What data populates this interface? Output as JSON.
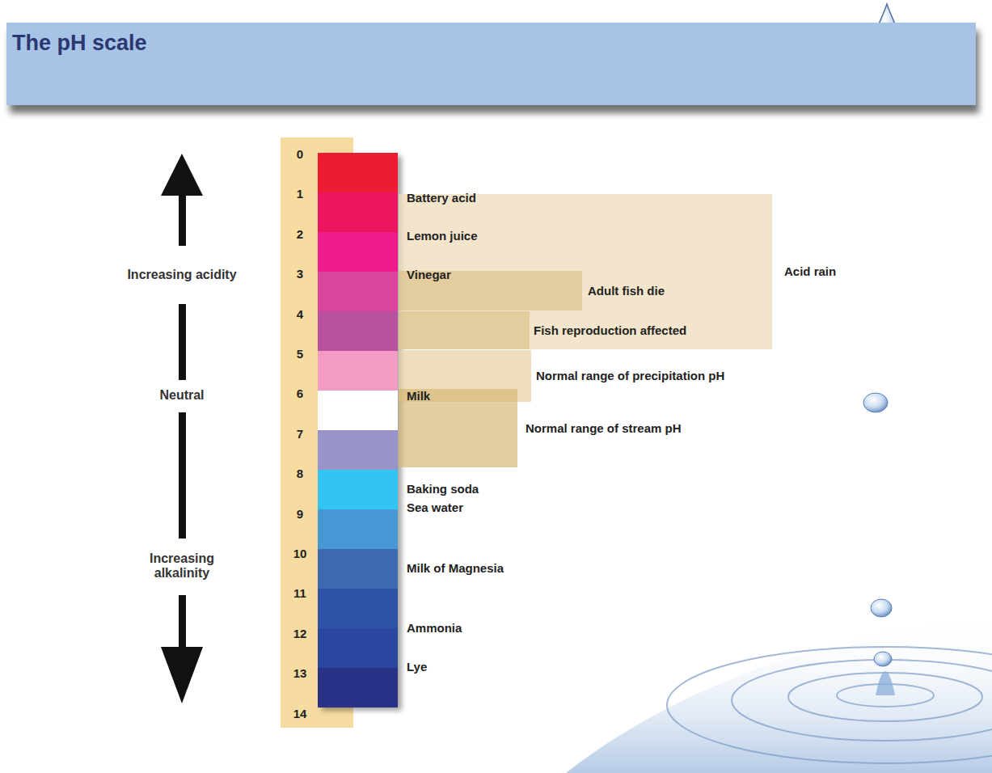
{
  "diagram": {
    "title": "The pH scale",
    "nodes": [
      {
        "text": [
          "Acid rain"
        ]
      },
      {
        "text": [
          "Adult fish die"
        ],
        "in": 0
      },
      {
        "text": [
          "Fish reproduction affected"
        ],
        "in": 0
      },
      {
        "text": [
          "Normal range of precipitation pH"
        ]
      },
      {
        "text": [
          "Normal range of stream pH"
        ]
      }
    ],
    "labels": [
      "Increasing acidity",
      "Neutral",
      "Increasing alkalinity",
      "0",
      "1",
      "2",
      "3",
      "4",
      "5",
      "6",
      "7",
      "8",
      "9",
      "10",
      "11",
      "12",
      "13",
      "14",
      "Battery acid",
      "Lemon juice",
      "Vinegar",
      "Milk",
      "Baking soda",
      "Sea water",
      "Milk of Magnesia",
      "Ammonia",
      "Lye"
    ]
  }
}
